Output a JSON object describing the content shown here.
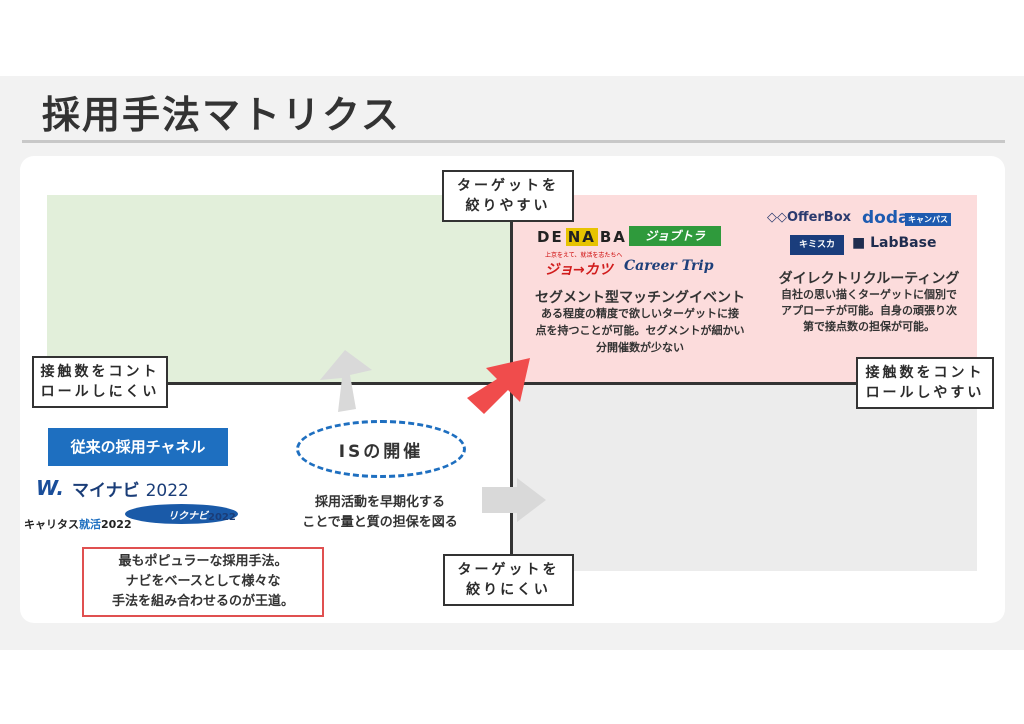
{
  "title": "採用手法マトリクス",
  "axis_labels": {
    "top": "ターゲットを\n絞りやすい",
    "bottom": "ターゲットを\n絞りにくい",
    "left": "接触数をコント\nロールしにくい",
    "right": "接触数をコント\nロールしやすい"
  },
  "segment": {
    "logos": {
      "dena_left": "DE",
      "dena_mid": "NA",
      "dena_right": "BA",
      "jobutora": "ジョブトラ",
      "jokatsu_sub": "上京をえて、就活を志たちへ",
      "jokatsu": "ジョ→カツ",
      "career_trip": "Career Trip"
    },
    "title": "セグメント型マッチングイベント",
    "description": "ある程度の精度で欲しいターゲットに接\n点を持つことが可能。セグメントが細かい\n分開催数が少ない"
  },
  "direct": {
    "logos": {
      "offerbox": "◇◇OfferBox",
      "doda": "doda",
      "doda_campus": "キャンパス",
      "kimisuka": "キミスカ",
      "labbase": "■ LabBase"
    },
    "title": "ダイレクトリクルーティング",
    "description": "自社の思い描くターゲットに個別で\nアプローチが可能。自身の頑張り次\n第で接点数の担保が可能。"
  },
  "traditional": {
    "label": "従来の採用チャネル",
    "mynavi_mark": "W.",
    "mynavi": "マイナビ",
    "mynavi_year": "2022",
    "caritas": "キャリタス",
    "caritas_em": "就活",
    "caritas_year": "2022",
    "rikunabi": "リクナビ",
    "rikunabi_year": "2022",
    "note": "最もポピュラーな採用手法。\nナビをベースとして様々な\n手法を組み合わせるのが王道。"
  },
  "is_event": {
    "label": "ISの開催",
    "description": "採用活動を早期化する\nことで量と質の担保を図る"
  },
  "colors": {
    "top_left": "#e2efda",
    "top_right": "#fcdcdc",
    "bottom_right": "#ececec",
    "accent_blue": "#1e6fc0",
    "arrow_red": "#f04c4c",
    "arrow_gray": "#d9d9d9"
  }
}
